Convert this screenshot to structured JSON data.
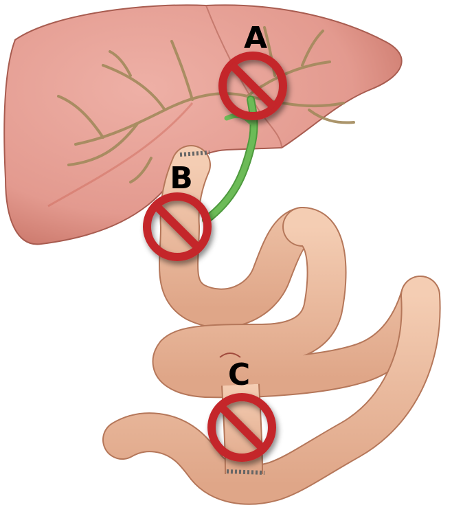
{
  "diagram": {
    "markers": [
      {
        "id": "A",
        "label": "A"
      },
      {
        "id": "B",
        "label": "B"
      },
      {
        "id": "C",
        "label": "C"
      }
    ]
  },
  "colors": {
    "liver": "#e39a8f",
    "liver_shadow": "#c97568",
    "bile_duct": "#6cbb57",
    "intestine": "#efc1a4",
    "intestine_shadow": "#d99e80",
    "vessels": "#a28a5c",
    "no_sign_red": "#c4252b",
    "label_black": "#000000"
  },
  "icons": {
    "prohibition": "no-entry-sign-icon"
  }
}
